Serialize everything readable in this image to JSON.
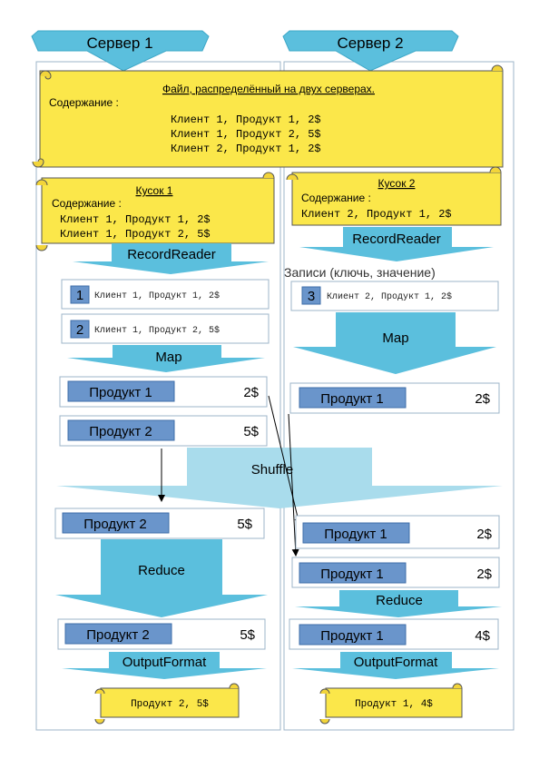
{
  "servers": [
    {
      "title": "Сервер 1"
    },
    {
      "title": "Сервер 2"
    }
  ],
  "file": {
    "title": "Файл, распределённый на двух серверах.",
    "content_label": "Содержание :",
    "lines": [
      "Клиент 1, Продукт 1, 2$",
      "Клиент 1, Продукт 2, 5$",
      "Клиент 2, Продукт 1, 2$"
    ]
  },
  "chunks": [
    {
      "title": "Кусок 1",
      "content_label": "Содержание :",
      "lines": [
        "Клиент 1, Продукт 1, 2$",
        "Клиент 1, Продукт 2, 5$"
      ]
    },
    {
      "title": "Кусок 2",
      "content_label": "Содержание :",
      "lines": [
        "Клиент 2, Продукт 1, 2$"
      ]
    }
  ],
  "stages": {
    "record_reader": "RecordReader",
    "map": "Map",
    "shuffle": "Shuffle",
    "reduce": "Reduce",
    "output_format": "OutputFormat"
  },
  "records_caption": "Записи (ключь, значение)",
  "records": [
    {
      "num": "1",
      "text": "Клиент 1, Продукт 1, 2$"
    },
    {
      "num": "2",
      "text": "Клиент 1, Продукт 2, 5$"
    },
    {
      "num": "3",
      "text": "Клиент 2, Продукт 1, 2$"
    }
  ],
  "map_out": [
    {
      "key": "Продукт 1",
      "value": "2$"
    },
    {
      "key": "Продукт 2",
      "value": "5$"
    },
    {
      "key": "Продукт 1",
      "value": "2$"
    }
  ],
  "shuffle_out": [
    {
      "key": "Продукт 2",
      "value": "5$"
    },
    {
      "key": "Продукт 1",
      "value": "2$"
    },
    {
      "key": "Продукт 1",
      "value": "2$"
    }
  ],
  "reduce_out": [
    {
      "key": "Продукт 2",
      "value": "5$"
    },
    {
      "key": "Продукт 1",
      "value": "4$"
    }
  ],
  "outputs": [
    "Продукт 2, 5$",
    "Продукт 1, 4$"
  ],
  "colors": {
    "banner": "#5bbfdd",
    "stage_arrow": "#5bbfdd",
    "shuffle": "#a9dcec",
    "scroll": "#fbe74a",
    "key_box": "#6a95cb",
    "frame": "#9db4c8"
  }
}
